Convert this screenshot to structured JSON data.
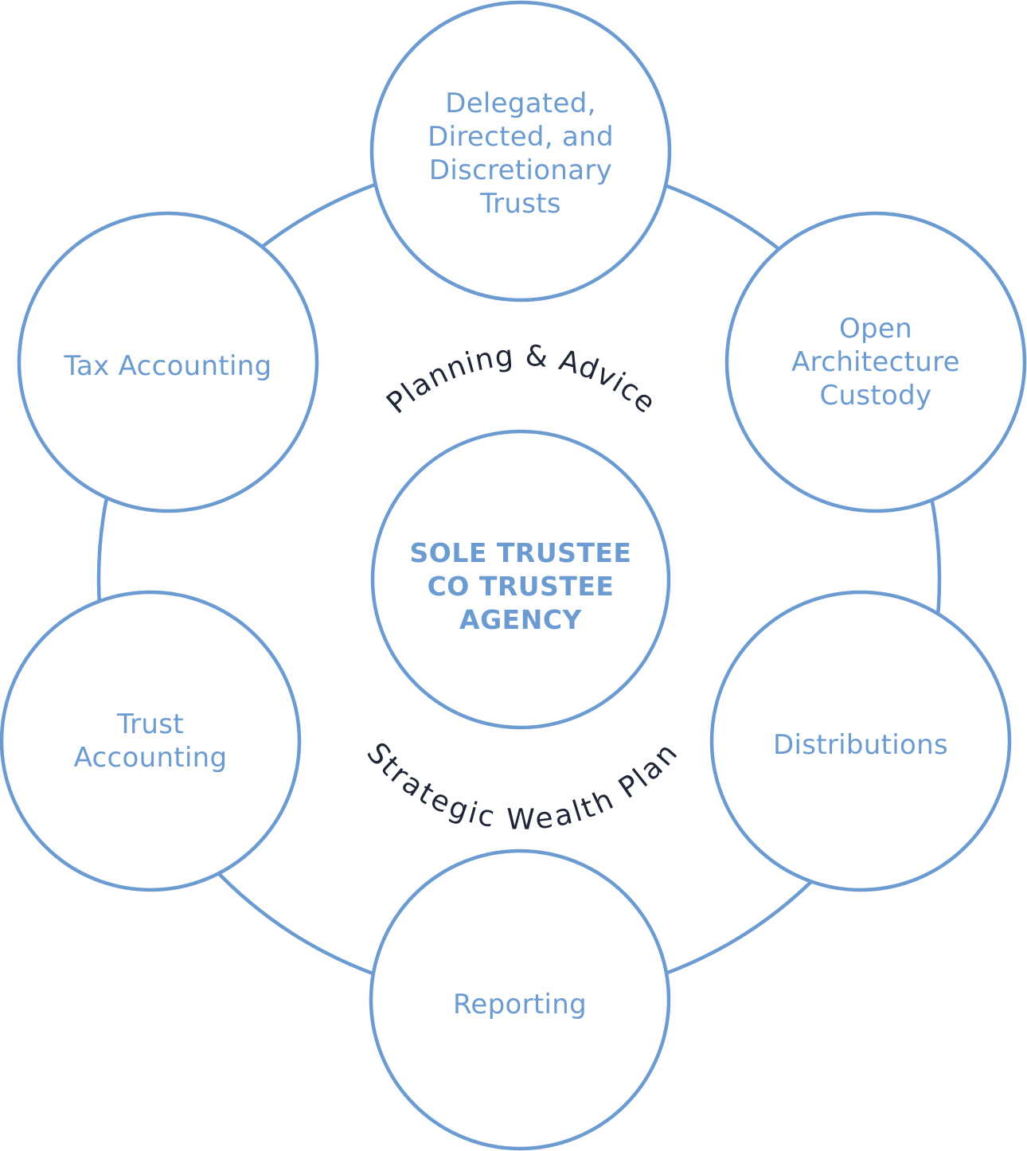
{
  "diagram": {
    "center": {
      "lines": [
        "SOLE TRUSTEE",
        "CO TRUSTEE",
        "AGENCY"
      ]
    },
    "upper_arc_label": "Planning & Advice",
    "lower_arc_label": "Strategic Wealth Plan",
    "nodes": {
      "top": {
        "lines": [
          "Delegated,",
          "Directed, and",
          "Discretionary",
          "Trusts"
        ]
      },
      "upper_right": {
        "lines": [
          "Open",
          "Architecture",
          "Custody"
        ]
      },
      "lower_right": {
        "lines": [
          "Distributions"
        ]
      },
      "bottom": {
        "lines": [
          "Reporting"
        ]
      },
      "lower_left": {
        "lines": [
          "Trust",
          "Accounting"
        ]
      },
      "upper_left": {
        "lines": [
          "Tax Accounting"
        ]
      }
    },
    "colors": {
      "accent_blue": "#6b9bd0",
      "arc_text": "#1e2537",
      "background": "#ffffff"
    }
  }
}
